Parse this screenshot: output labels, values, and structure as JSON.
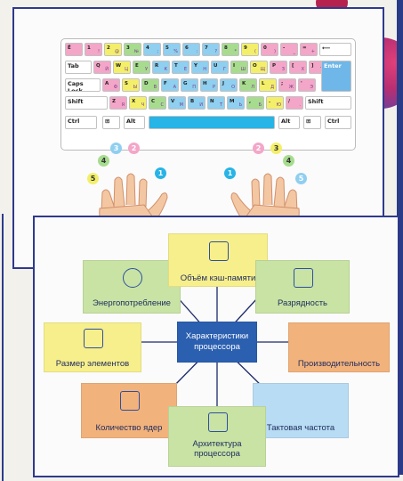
{
  "keyboard": {
    "row1": [
      {
        "a": "Ё",
        "b": ""
      },
      {
        "a": "1",
        "b": "!"
      },
      {
        "a": "2",
        "b": "@"
      },
      {
        "a": "3",
        "b": "№"
      },
      {
        "a": "4",
        "b": ";"
      },
      {
        "a": "5",
        "b": "%"
      },
      {
        "a": "6",
        "b": ":"
      },
      {
        "a": "7",
        "b": "?"
      },
      {
        "a": "8",
        "b": "*"
      },
      {
        "a": "9",
        "b": "("
      },
      {
        "a": "0",
        "b": ")"
      },
      {
        "a": "-",
        "b": "_"
      },
      {
        "a": "=",
        "b": "+"
      }
    ],
    "backspace": "⟵",
    "tab": "Tab",
    "row2": [
      {
        "a": "Q",
        "b": "Й"
      },
      {
        "a": "W",
        "b": "Ц"
      },
      {
        "a": "E",
        "b": "У"
      },
      {
        "a": "R",
        "b": "К"
      },
      {
        "a": "T",
        "b": "Е"
      },
      {
        "a": "Y",
        "b": "Н"
      },
      {
        "a": "U",
        "b": "Г"
      },
      {
        "a": "I",
        "b": "Ш"
      },
      {
        "a": "O",
        "b": "Щ"
      },
      {
        "a": "P",
        "b": "З"
      },
      {
        "a": "[",
        "b": "Х"
      },
      {
        "a": "]",
        "b": "Ъ"
      }
    ],
    "capslock": "Caps Lock",
    "row3": [
      {
        "a": "A",
        "b": "Ф"
      },
      {
        "a": "S",
        "b": "Ы"
      },
      {
        "a": "D",
        "b": "В"
      },
      {
        "a": "F",
        "b": "А"
      },
      {
        "a": "G",
        "b": "П"
      },
      {
        "a": "H",
        "b": "Р"
      },
      {
        "a": "J",
        "b": "О"
      },
      {
        "a": "K",
        "b": "Л"
      },
      {
        "a": "L",
        "b": "Д"
      },
      {
        "a": ";",
        "b": "Ж"
      },
      {
        "a": "'",
        "b": "Э"
      }
    ],
    "enter": "Enter",
    "shift_left": "Shift",
    "row4": [
      {
        "a": "Z",
        "b": "Я"
      },
      {
        "a": "X",
        "b": "Ч"
      },
      {
        "a": "C",
        "b": "С"
      },
      {
        "a": "V",
        "b": "М"
      },
      {
        "a": "B",
        "b": "И"
      },
      {
        "a": "N",
        "b": "Т"
      },
      {
        "a": "M",
        "b": "Ь"
      },
      {
        "a": ",",
        "b": "Б"
      },
      {
        "a": ".",
        "b": "Ю"
      },
      {
        "a": "/",
        "b": "."
      }
    ],
    "shift_right": "Shift",
    "ctrl_left": "Ctrl",
    "alt_left": "Alt",
    "alt_right": "Alt",
    "ctrl_right": "Ctrl"
  },
  "fingers": {
    "left": [
      "5",
      "4",
      "3",
      "2",
      "1"
    ],
    "right": [
      "1",
      "2",
      "3",
      "4",
      "5"
    ]
  },
  "colors": {
    "pink": "#f4a6c8",
    "yellow": "#f3ef6a",
    "green": "#a7dc8f",
    "blue": "#8fcff0",
    "space": "#27b4e6",
    "enter": "#6fb7e8"
  },
  "diagram": {
    "center": "Характеристики процессора",
    "nodes": {
      "cache": "Объём кэш-памяти",
      "bits": "Разрядность",
      "power": "Энергопотребление",
      "size": "Размер элементов",
      "perf": "Производительность",
      "cores": "Количество ядер",
      "clock": "Тактовая частота",
      "arch": "Архитектура процессора"
    }
  }
}
